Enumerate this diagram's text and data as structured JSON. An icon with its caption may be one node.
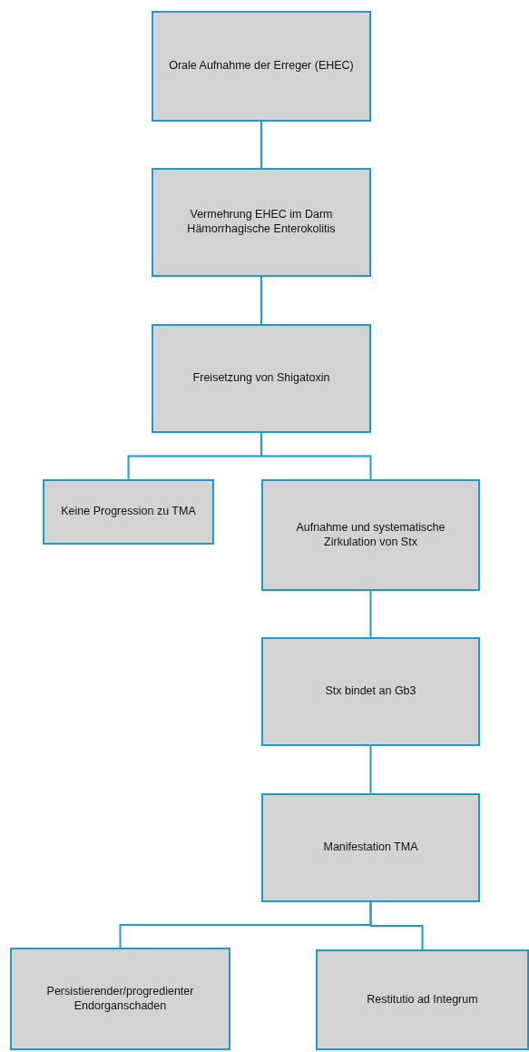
{
  "diagram": {
    "nodes": [
      {
        "text": [
          "Orale Aufnahme der Erreger (EHEC)"
        ]
      },
      {
        "text": [
          "Vermehrung EHEC im Darm Hämorrhagische Enterokolitis"
        ]
      },
      {
        "text": [
          "Freisetzung von Shigatoxin"
        ]
      },
      {
        "text": [
          "Keine Progression zu TMA"
        ]
      },
      {
        "text": [
          "Aufnahme und systematische Zirkulation von Stx"
        ]
      },
      {
        "text": [
          "Stx bindet an Gb3"
        ]
      },
      {
        "text": [
          "Manifestation TMA"
        ]
      },
      {
        "text": [
          "Persistierender/progredienter Endorganschaden"
        ]
      },
      {
        "text": [
          "Restitutio ad Integrum"
        ]
      }
    ],
    "edges": [
      {
        "from": 0,
        "to": 1,
        "arrow": "none"
      },
      {
        "from": 1,
        "to": 2,
        "arrow": "none"
      },
      {
        "from": 2,
        "to": 3,
        "arrow": "none"
      },
      {
        "from": 2,
        "to": 4,
        "arrow": "none"
      },
      {
        "from": 4,
        "to": 5,
        "arrow": "none"
      },
      {
        "from": 5,
        "to": 6,
        "arrow": "none"
      },
      {
        "from": 6,
        "to": 7,
        "arrow": "none"
      },
      {
        "from": 6,
        "to": 8,
        "arrow": "none"
      }
    ]
  }
}
